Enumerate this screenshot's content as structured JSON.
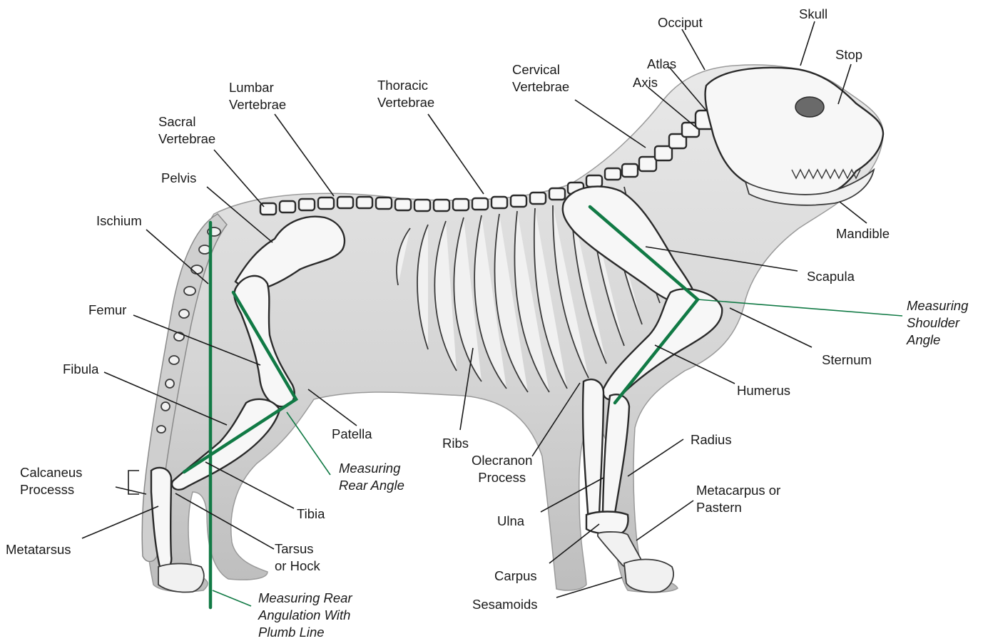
{
  "colors": {
    "measurement_line": "#117a45",
    "body_fill": "#d9d9d9",
    "bone_fill": "#f7f7f7",
    "outline": "#2a2a2a"
  },
  "labels": {
    "skull": "Skull",
    "occiput": "Occiput",
    "stop": "Stop",
    "atlas": "Atlas",
    "axis": "Axis",
    "cervical": [
      "Cervical",
      "Vertebrae"
    ],
    "thoracic": [
      "Thoracic",
      "Vertebrae"
    ],
    "lumbar": [
      "Lumbar",
      "Vertebrae"
    ],
    "sacral": [
      "Sacral",
      "Vertebrae"
    ],
    "pelvis": "Pelvis",
    "ischium": "Ischium",
    "femur": "Femur",
    "fibula": "Fibula",
    "patella": "Patella",
    "measuring_rear_angle": [
      "Measuring",
      "Rear Angle"
    ],
    "calcaneus": [
      "Calcaneus",
      "Processs"
    ],
    "metatarsus": "Metatarsus",
    "tibia": "Tibia",
    "tarsus": [
      "Tarsus",
      "or Hock"
    ],
    "measuring_plumb": [
      "Measuring Rear",
      "Angulation With",
      "Plumb Line"
    ],
    "mandible": "Mandible",
    "scapula": "Scapula",
    "measuring_shoulder": [
      "Measuring",
      "Shoulder",
      "Angle"
    ],
    "sternum": "Sternum",
    "humerus": "Humerus",
    "ribs": "Ribs",
    "olecranon": [
      "Olecranon",
      "Process"
    ],
    "radius": "Radius",
    "metacarpus": [
      "Metacarpus or",
      "Pastern"
    ],
    "ulna": "Ulna",
    "carpus": "Carpus",
    "sesamoids": "Sesamoids"
  }
}
